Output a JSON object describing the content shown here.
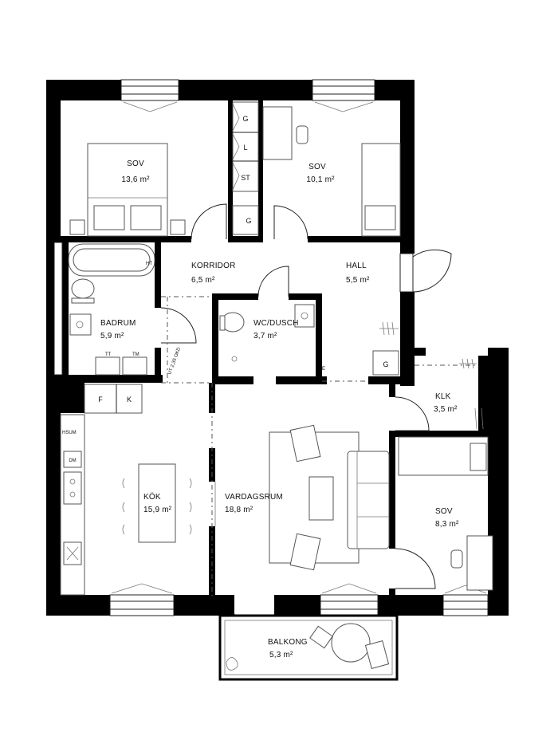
{
  "rooms": [
    {
      "id": "sov1",
      "name": "SOV",
      "area": "13,6"
    },
    {
      "id": "sov2",
      "name": "SOV",
      "area": "10,1"
    },
    {
      "id": "korridor",
      "name": "KORRIDOR",
      "area": "6,5"
    },
    {
      "id": "hall",
      "name": "HALL",
      "area": "5,5"
    },
    {
      "id": "badrum",
      "name": "BADRUM",
      "area": "5,9"
    },
    {
      "id": "wc",
      "name": "WC/DUSCH",
      "area": "3,7"
    },
    {
      "id": "klk",
      "name": "KLK",
      "area": "3,5"
    },
    {
      "id": "kok",
      "name": "KÖK",
      "area": "15,9"
    },
    {
      "id": "vardagsrum",
      "name": "VARDAGSRUM",
      "area": "18,8"
    },
    {
      "id": "sov3",
      "name": "SOV",
      "area": "8,3"
    },
    {
      "id": "balkong",
      "name": "BALKONG",
      "area": "5,3"
    }
  ],
  "unit": "m²",
  "storage_labels": {
    "wardrobe_g1": "G",
    "wardrobe_l": "L",
    "wardrobe_st": "ST",
    "wardrobe_g2": "G",
    "hall_g": "G"
  },
  "fixture_labels": {
    "ht": "HT",
    "tt": "TT",
    "tm": "TM",
    "e": "E",
    "f": "F",
    "k": "K",
    "hsum": "HSUM",
    "dm": "DM"
  },
  "height_note": "UT 2,35 OKD"
}
